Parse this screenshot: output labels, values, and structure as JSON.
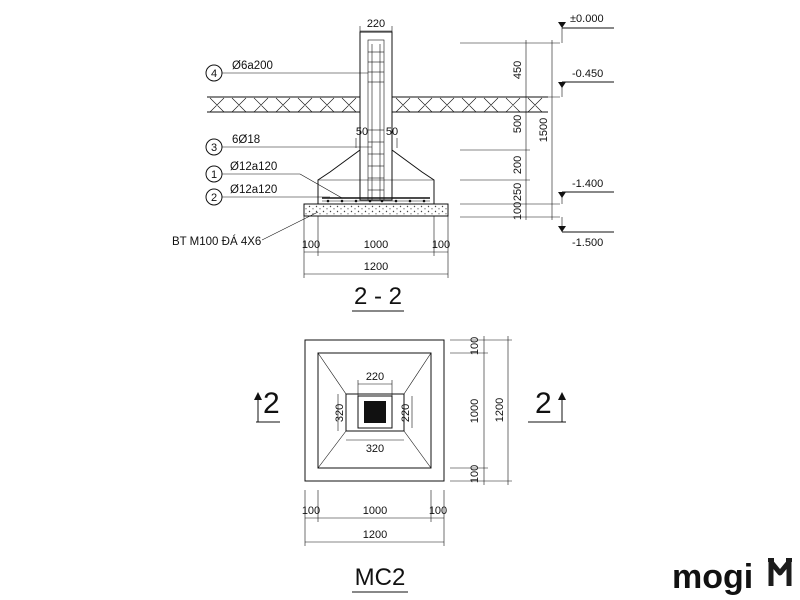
{
  "section": {
    "title": "2 - 2",
    "column_width": "220",
    "rebar_callouts": [
      {
        "num": "4",
        "text": "Ø6a200"
      },
      {
        "num": "3",
        "text": "6Ø18"
      },
      {
        "num": "1",
        "text": "Ø12a120"
      },
      {
        "num": "2",
        "text": "Ø12a120"
      }
    ],
    "cover_left": "50",
    "cover_right": "50",
    "concrete_note": "BT M100 ĐÁ 4X6",
    "bottom_dims": [
      "100",
      "1000",
      "100"
    ],
    "bottom_total": "1200",
    "vertical_dims": [
      "450",
      "500",
      "200",
      "250",
      "100"
    ],
    "vertical_total": "1500",
    "levels": [
      "±0.000",
      "-0.450",
      "-1.400",
      "-1.500"
    ]
  },
  "plan": {
    "title": "MC2",
    "section_marker": "2",
    "top_dim": "220",
    "bottom_dim": "320",
    "left_dim": "320",
    "right_dim": "220",
    "bottom_dims": [
      "100",
      "1000",
      "100"
    ],
    "bottom_total": "1200",
    "right_dims": [
      "100",
      "1000",
      "100"
    ],
    "right_total": "1200"
  },
  "brand": {
    "logo": "mogi"
  }
}
